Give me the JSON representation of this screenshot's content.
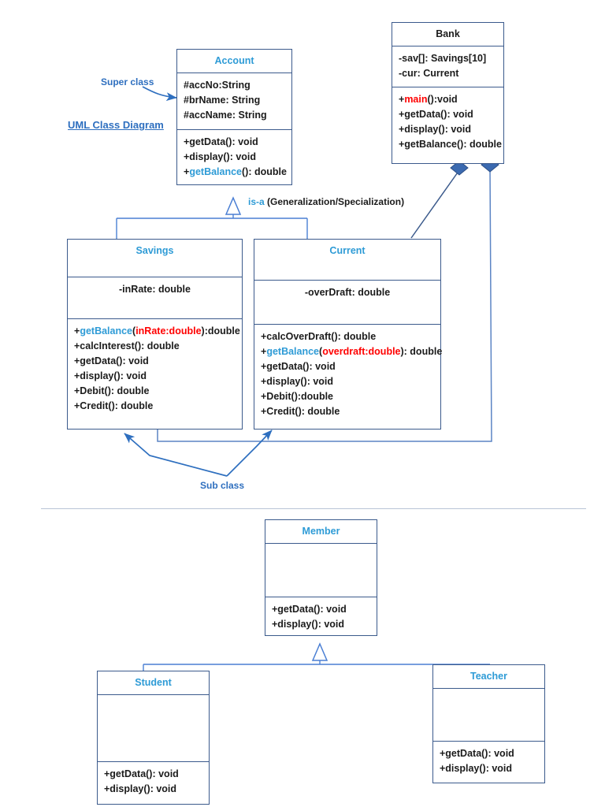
{
  "diagram": {
    "title": "UML Class Diagram",
    "annotations": {
      "super_class": "Super class",
      "sub_class": "Sub class",
      "is_a": "is-a",
      "is_a_detail": "(Generalization/Specialization)"
    },
    "colors": {
      "class_name": "#2E9BD6",
      "border": "#3b5a8c",
      "highlight_red": "#FF0000",
      "annotation": "#2E6FBF",
      "diamond_fill": "#3b6ab0"
    }
  },
  "classes": {
    "account": {
      "name": "Account",
      "attributes": [
        {
          "text": "#accNo:String"
        },
        {
          "text": "#brName: String"
        },
        {
          "text": "#accName: String"
        }
      ],
      "operations": [
        {
          "pre": "+getData(): void"
        },
        {
          "pre": "+display(): void"
        },
        {
          "pre": "+",
          "blue": "getBalance",
          "post": "(): double"
        }
      ]
    },
    "bank": {
      "name": "Bank",
      "attributes": [
        {
          "text": "-sav[]: Savings[10]"
        },
        {
          "text": "-cur: Current"
        }
      ],
      "operations": [
        {
          "pre": "+",
          "red": "main",
          "post": "():void"
        },
        {
          "pre": "+getData(): void"
        },
        {
          "pre": "+display(): void"
        },
        {
          "pre": "+getBalance(): double"
        }
      ]
    },
    "savings": {
      "name": "Savings",
      "attributes": [
        {
          "text": "-inRate: double"
        }
      ],
      "operations": [
        {
          "pre": "+",
          "blue": "getBalance",
          "mid": "(",
          "red": "inRate:double",
          "post": "):double"
        },
        {
          "pre": "+calcInterest(): double"
        },
        {
          "pre": "+getData(): void"
        },
        {
          "pre": "+display(): void"
        },
        {
          "pre": "+Debit(): double"
        },
        {
          "pre": "+Credit(): double"
        }
      ]
    },
    "current": {
      "name": "Current",
      "attributes": [
        {
          "text": "-overDraft: double"
        }
      ],
      "operations": [
        {
          "pre": "+calcOverDraft(): double"
        },
        {
          "pre": "+",
          "blue": "getBalance",
          "mid": "(",
          "red": "overdraft:double",
          "post": "): double"
        },
        {
          "pre": "+getData(): void"
        },
        {
          "pre": "+display(): void"
        },
        {
          "pre": "+Debit():double"
        },
        {
          "pre": "+Credit(): double"
        }
      ]
    },
    "member": {
      "name": "Member",
      "attributes": [],
      "operations": [
        {
          "pre": "+getData(): void"
        },
        {
          "pre": "+display(): void"
        }
      ]
    },
    "student": {
      "name": "Student",
      "attributes": [],
      "operations": [
        {
          "pre": "+getData(): void"
        },
        {
          "pre": "+display(): void"
        }
      ]
    },
    "teacher": {
      "name": "Teacher",
      "attributes": [],
      "operations": [
        {
          "pre": "+getData(): void"
        },
        {
          "pre": "+display(): void"
        }
      ]
    }
  }
}
